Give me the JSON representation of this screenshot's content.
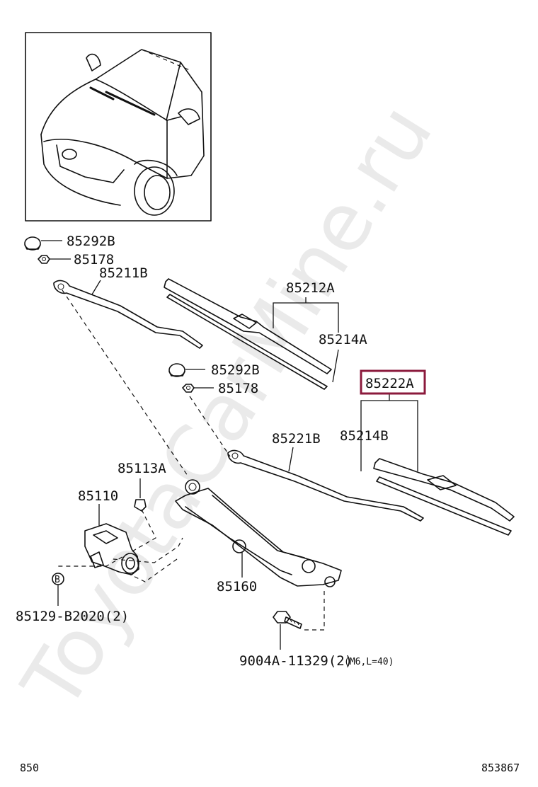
{
  "watermark": "ToyotaCarMine.ru",
  "highlight_color": "#8b1a3c",
  "labels": {
    "cap_1": "85292B",
    "nut_1": "85178",
    "arm_1": "85211B",
    "blade_1": "85212A",
    "rubber_1": "85214A",
    "cap_2": "85292B",
    "nut_2": "85178",
    "highlighted": "85222A",
    "arm_2": "85221B",
    "rubber_2": "85214B",
    "clip": "85113A",
    "motor": "85110",
    "link": "85160",
    "screw_b": "85129-B2020(2)",
    "screw_b_marker": "B",
    "bolt_code": "9004A-11329(2)",
    "bolt_spec": "(M6,L=40)"
  },
  "corners": {
    "bottom_left": "850",
    "bottom_right": "853867"
  },
  "icons": [
    "car-front-view-icon",
    "cap-icon",
    "nut-icon",
    "wiper-arm-icon",
    "wiper-blade-icon",
    "wiper-motor-icon",
    "wiper-linkage-icon",
    "bolt-icon",
    "clip-icon"
  ]
}
